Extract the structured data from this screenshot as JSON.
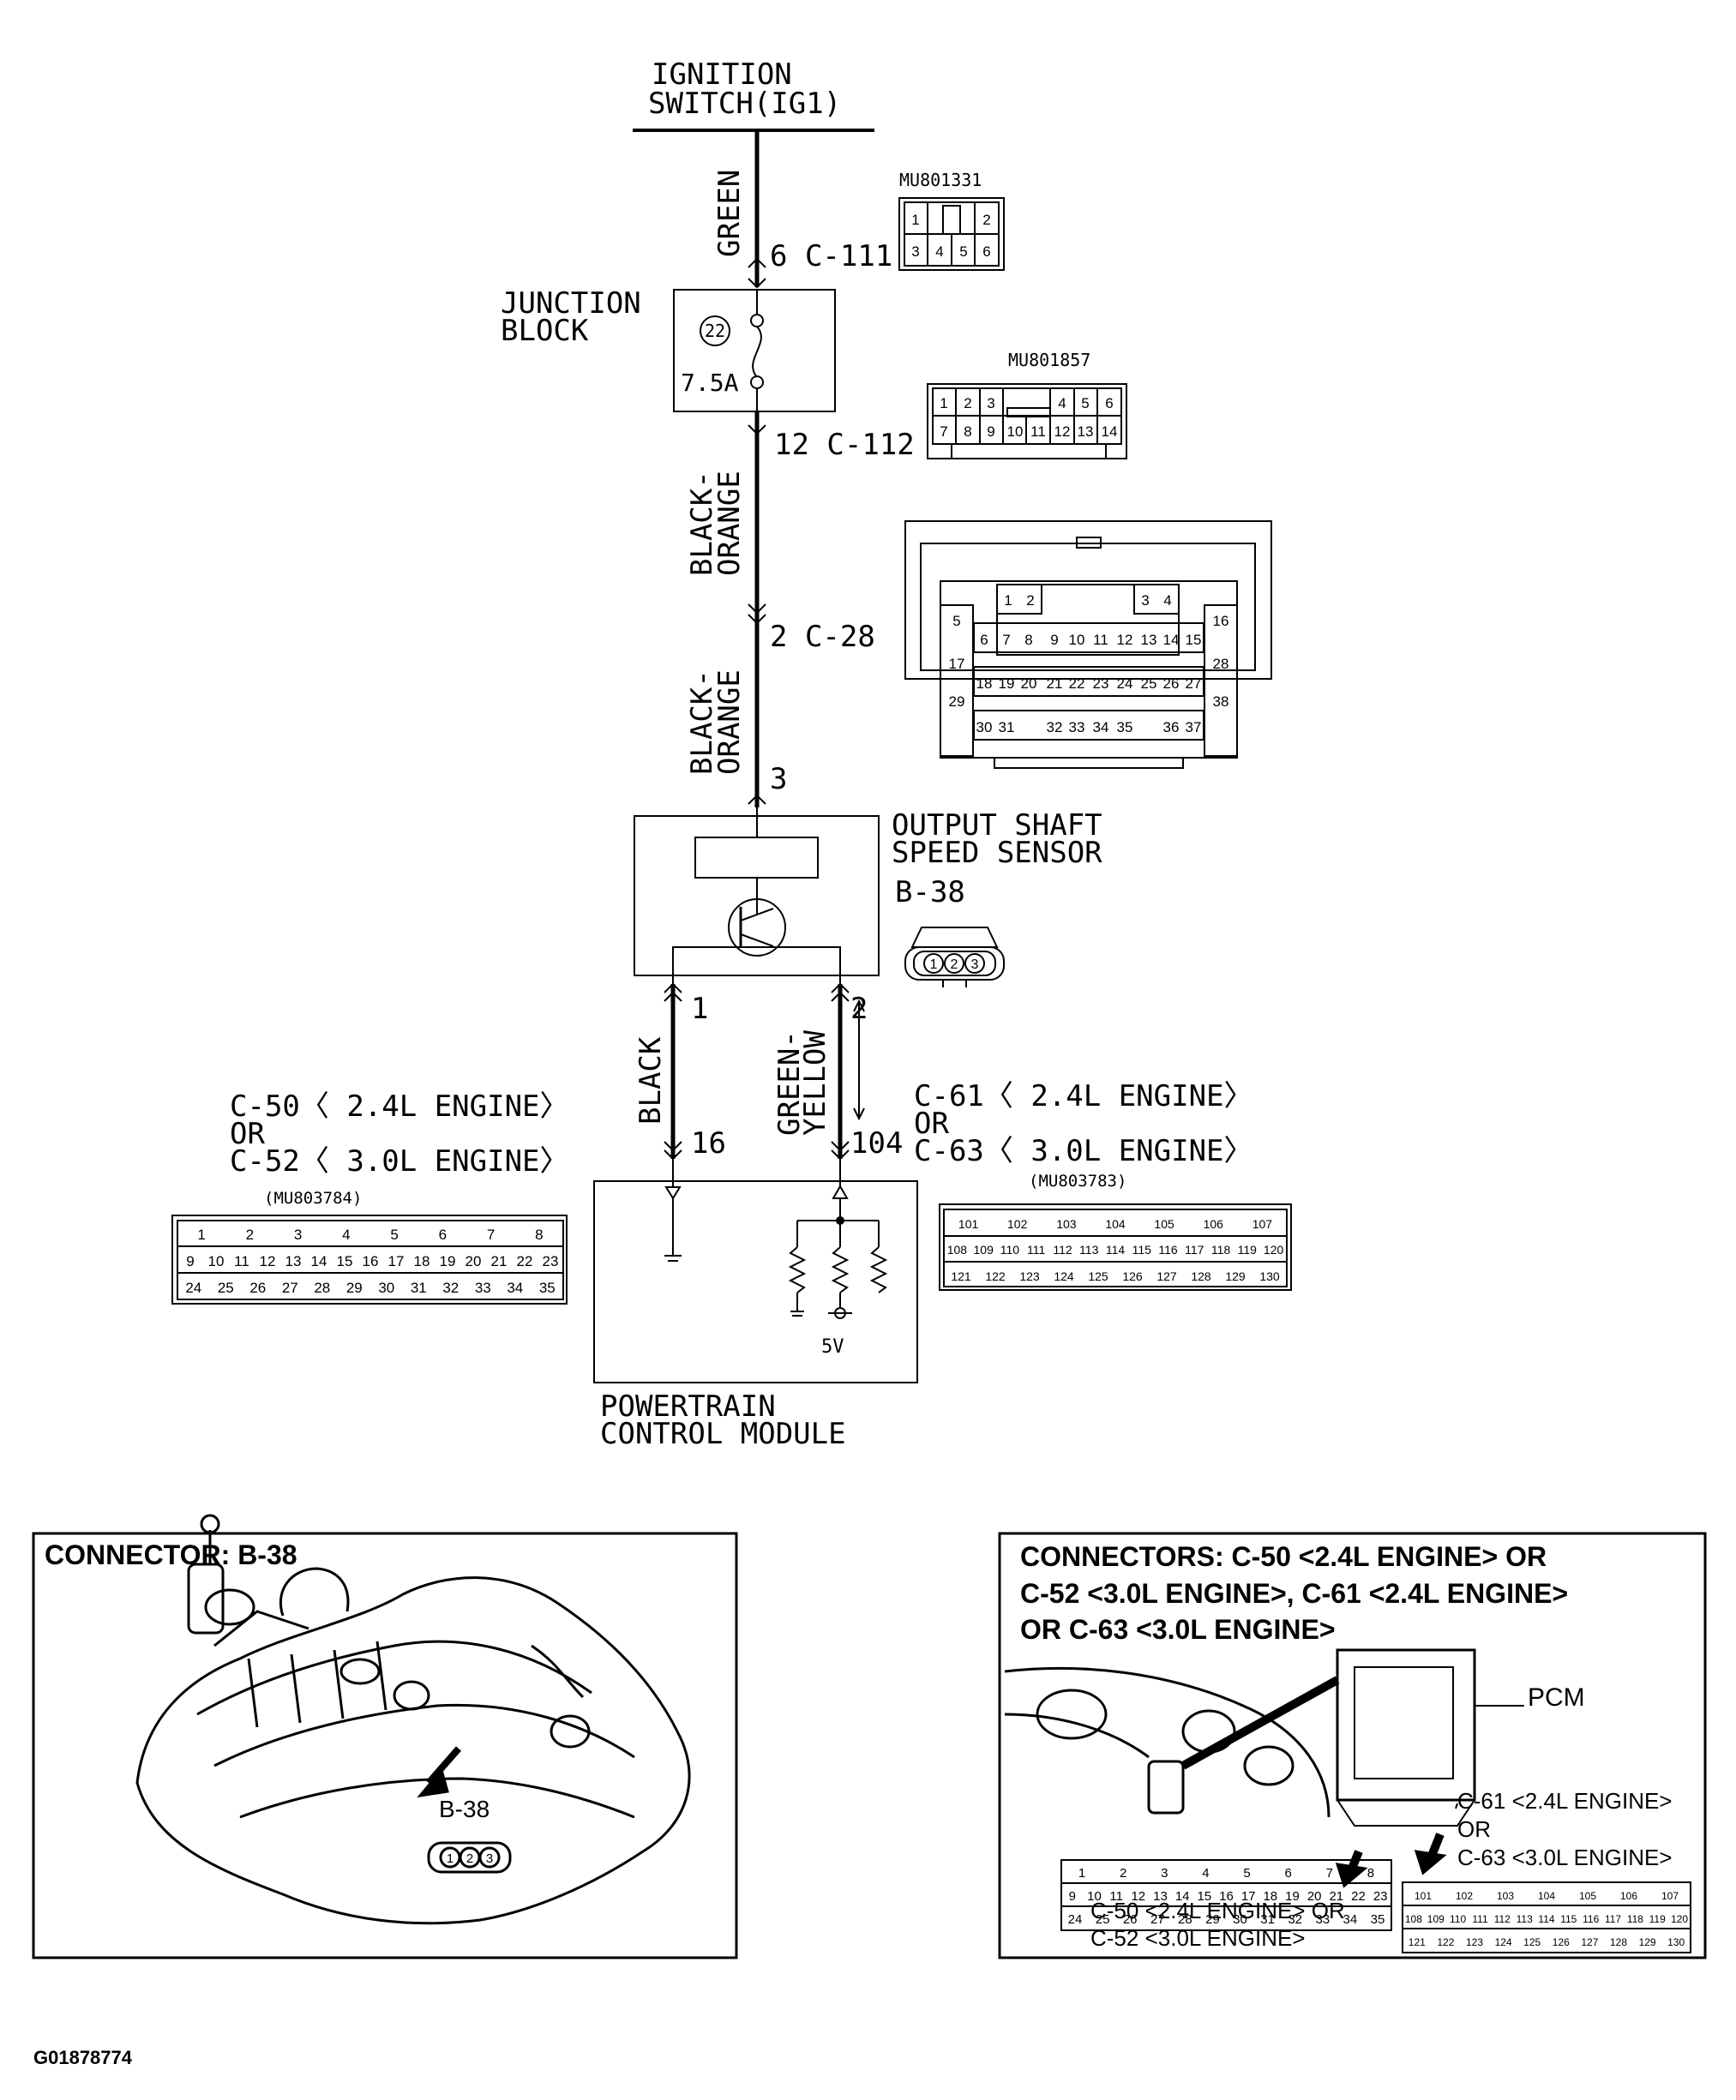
{
  "diagram": {
    "ignition": {
      "line1": "IGNITION",
      "line2": "SWITCH(IG1)"
    },
    "wires": {
      "green": "GREEN",
      "black_orange_top": {
        "line1": "BLACK-",
        "line2": "ORANGE"
      },
      "black_orange_bottom": {
        "line1": "BLACK-",
        "line2": "ORANGE"
      },
      "black": "BLACK",
      "green_yellow": {
        "line1": "GREEN-",
        "line2": "YELLOW"
      }
    },
    "terminals": {
      "c111": "6 C-111",
      "c112": "12 C-112",
      "c28": "2 C-28",
      "sensor_pin3": "3",
      "sensor_pin1": "1",
      "sensor_pin2": "2",
      "pcm_pin16": "16",
      "pcm_pin104": "104"
    },
    "junction_block": {
      "line1": "JUNCTION",
      "line2": "BLOCK",
      "fuse_number": "22",
      "fuse_rating": "7.5A"
    },
    "sensor": {
      "line1": "OUTPUT SHAFT",
      "line2": "SPEED SENSOR",
      "connector": "B-38"
    },
    "pcm": {
      "line1": "POWERTRAIN",
      "line2": "CONTROL MODULE",
      "voltage": "5V"
    },
    "left_connector": {
      "line1": "C-50〈 2.4L ENGINE〉",
      "line2": "OR",
      "line3": "C-52〈 3.0L ENGINE〉",
      "part": "(MU803784)"
    },
    "right_connector": {
      "line1": "C-61〈 2.4L ENGINE〉",
      "line2": "OR",
      "line3": "C-63〈 3.0L ENGINE〉",
      "part": "(MU803783)"
    },
    "part_numbers": {
      "c111": "MU801331",
      "c112": "MU801857"
    }
  },
  "connector_pins": {
    "c111": {
      "row1": [
        "1",
        "",
        "2"
      ],
      "row2": [
        "3",
        "4",
        "5",
        "6"
      ]
    },
    "c112": {
      "row1": [
        "1",
        "2",
        "3",
        "4",
        "5",
        "6"
      ],
      "row2": [
        "7",
        "8",
        "9",
        "10",
        "11",
        "12",
        "13",
        "14"
      ]
    },
    "c28": {
      "top": [
        "1",
        "2",
        "3",
        "4"
      ],
      "side": [
        "5",
        "16",
        "17",
        "28",
        "29",
        "38"
      ],
      "row1": [
        "6",
        "7",
        "8",
        "9",
        "10",
        "11",
        "12",
        "13",
        "14",
        "15"
      ],
      "row2": [
        "18",
        "19",
        "20",
        "21",
        "22",
        "23",
        "24",
        "25",
        "26",
        "27"
      ],
      "row3": [
        "30",
        "31",
        "32",
        "33",
        "34",
        "35",
        "36",
        "37"
      ]
    },
    "b38": [
      "1",
      "2",
      "3"
    ],
    "c50": {
      "row1": [
        "1",
        "2",
        "3",
        "4",
        "5",
        "6",
        "7",
        "8"
      ],
      "row2": [
        "9",
        "10",
        "11",
        "12",
        "13",
        "14",
        "15",
        "16",
        "17",
        "18",
        "19",
        "20",
        "21",
        "22",
        "23"
      ],
      "row3": [
        "24",
        "25",
        "26",
        "27",
        "28",
        "29",
        "30",
        "31",
        "32",
        "33",
        "34",
        "35"
      ]
    },
    "c61": {
      "row1": [
        "101",
        "102",
        "103",
        "104",
        "105",
        "106",
        "107"
      ],
      "row2": [
        "108",
        "109",
        "110",
        "111",
        "112",
        "113",
        "114",
        "115",
        "116",
        "117",
        "118",
        "119",
        "120"
      ],
      "row3": [
        "121",
        "122",
        "123",
        "124",
        "125",
        "126",
        "127",
        "128",
        "129",
        "130"
      ]
    }
  },
  "panel_left": {
    "title": "CONNECTOR: B-38",
    "callout": "B-38"
  },
  "panel_right": {
    "title_line1": "CONNECTORS: C-50 <2.4L ENGINE> OR",
    "title_line2": "C-52 <3.0L ENGINE>, C-61 <2.4L ENGINE>",
    "title_line3": "OR C-63 <3.0L ENGINE>",
    "pcm_label": "PCM",
    "c61_line1": "C-61 <2.4L ENGINE>",
    "c61_line2": "OR",
    "c61_line3": "C-63 <3.0L ENGINE>",
    "c50_line1": "C-50 <2.4L ENGINE> OR",
    "c50_line2": "C-52 <3.0L ENGINE>"
  },
  "figure_id": "G01878774"
}
